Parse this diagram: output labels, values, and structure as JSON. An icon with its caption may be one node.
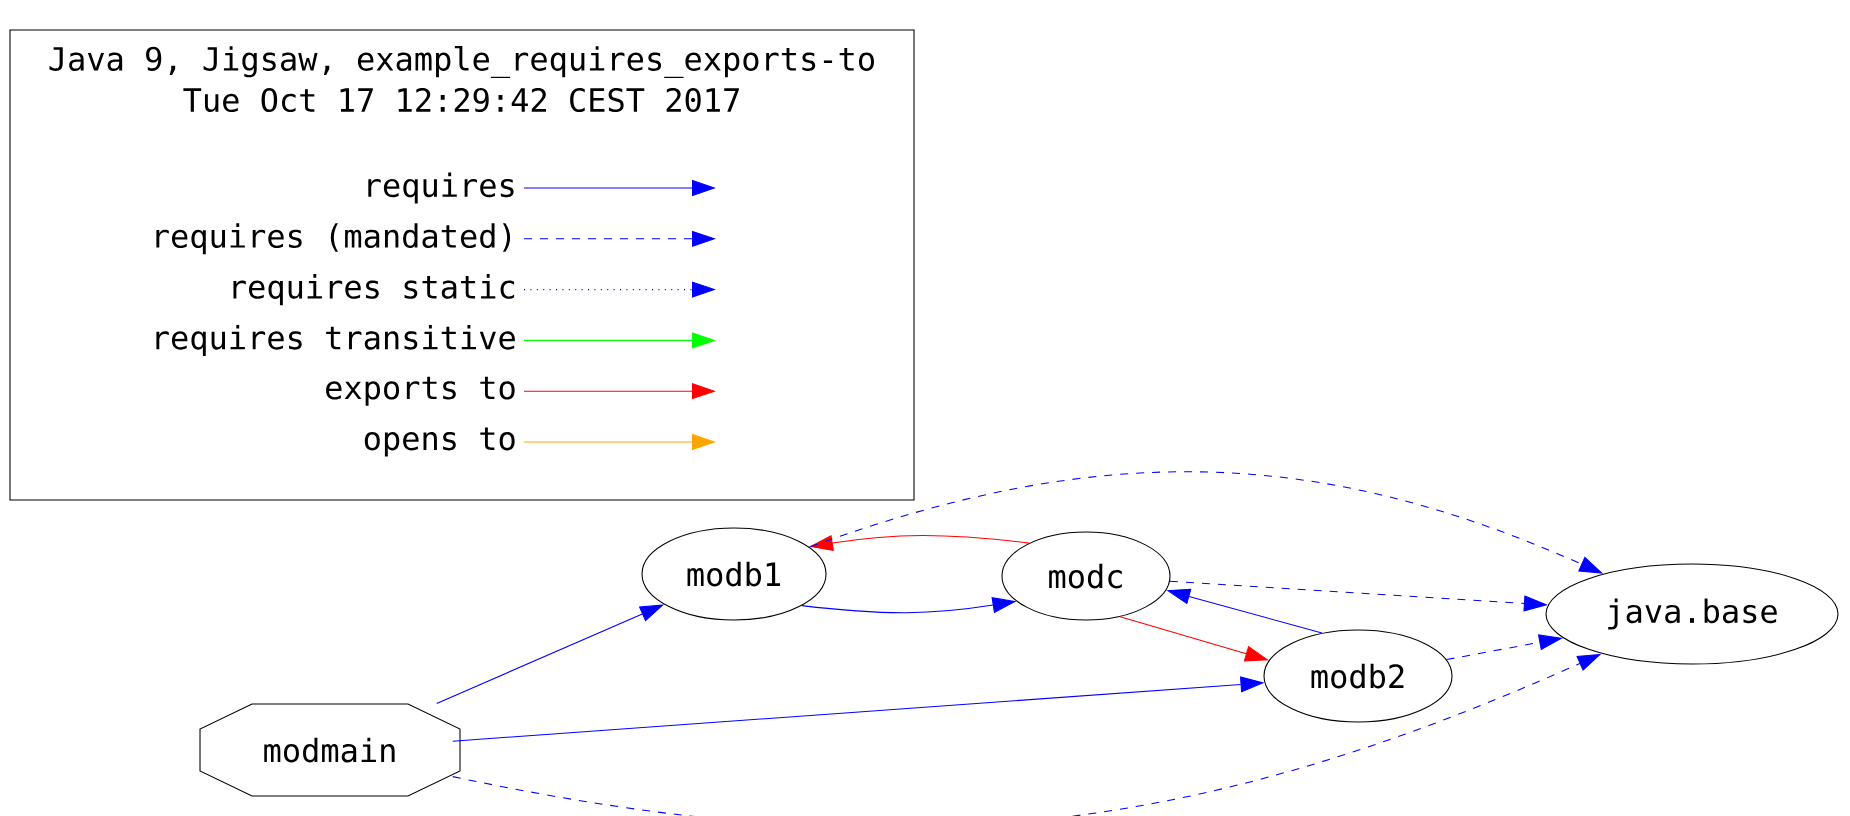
{
  "diagram": {
    "title": "Java 9, Jigsaw, example_requires_exports-to",
    "nodes": [
      {
        "text": [
          "modb1"
        ]
      },
      {
        "text": [
          "modc"
        ]
      },
      {
        "text": [
          "java.base"
        ]
      },
      {
        "text": [
          "modmain"
        ]
      },
      {
        "text": [
          "modb2"
        ]
      }
    ],
    "edges": [
      {
        "from": 1,
        "to": 0,
        "arrow": "to",
        "color": "#ff0000"
      },
      {
        "from": 0,
        "to": 1,
        "arrow": "to"
      },
      {
        "from": 0,
        "to": 2,
        "arrow": "to",
        "style": "dashed"
      },
      {
        "from": 1,
        "to": 2,
        "arrow": "to",
        "style": "dashed"
      },
      {
        "from": 1,
        "to": 4,
        "arrow": "to",
        "color": "#ff0000"
      },
      {
        "from": 4,
        "to": 1,
        "arrow": "to"
      },
      {
        "from": 4,
        "to": 2,
        "arrow": "to",
        "style": "dashed"
      },
      {
        "from": 3,
        "to": 0,
        "arrow": "to"
      },
      {
        "from": 3,
        "to": 4,
        "arrow": "to"
      },
      {
        "from": 3,
        "to": 2,
        "arrow": "to",
        "style": "dashed"
      }
    ],
    "labels": [
      "Tue Oct 17 12:29:42 CEST 2017"
    ],
    "legend": [
      {
        "text": "requires"
      },
      {
        "text": "requires (mandated)"
      },
      {
        "text": "requires static"
      },
      {
        "text": "requires transitive"
      },
      {
        "text": "exports to"
      },
      {
        "text": "opens to"
      }
    ]
  }
}
